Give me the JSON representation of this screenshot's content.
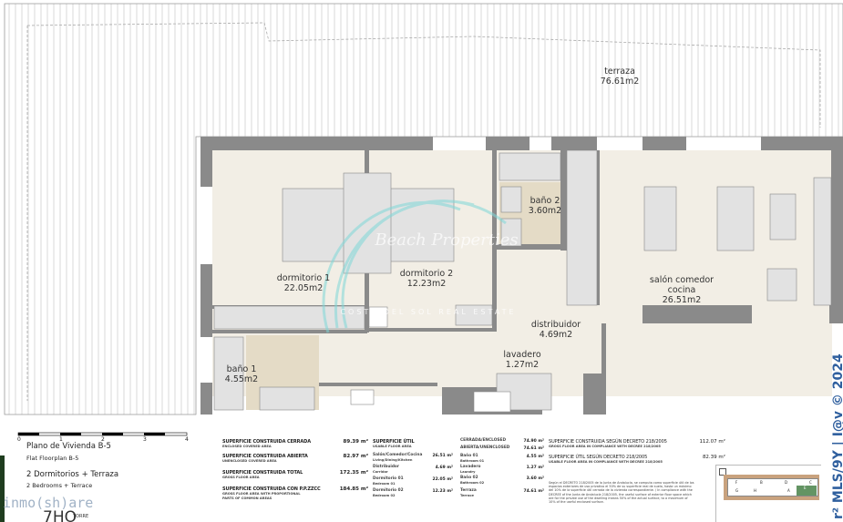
{
  "plan": {
    "rooms": [
      {
        "name": "terraza",
        "area": "76.61m2"
      },
      {
        "name": "dormitorio 1",
        "area": "22.05m2"
      },
      {
        "name": "dormitorio 2",
        "area": "12.23m2"
      },
      {
        "name": "baño 2",
        "area": "3.60m2"
      },
      {
        "name": "salón comedor",
        "name2": "cocina",
        "area": "26.51m2"
      },
      {
        "name": "distribuidor",
        "area": "4.69m2"
      },
      {
        "name": "lavadero",
        "area": "1.27m2"
      },
      {
        "name": "baño 1",
        "area": "4.55m2"
      }
    ],
    "watermark_center": "Beach Properties",
    "watermark_center_sub": "COSTA DEL SOL REAL ESTATE"
  },
  "scale": {
    "ticks": [
      "0",
      "1",
      "2",
      "3",
      "4"
    ]
  },
  "title": {
    "es": "Plano de Vivienda B-5",
    "en": "Flat Floorplan B-5",
    "type_es": "2 Dormitorios + Terraza",
    "type_en": "2 Bedrooms + Terrace"
  },
  "built_areas": [
    {
      "label": "SUPERFICIE CONSTRUIDA CERRADA",
      "sub": "ENCLOSED COVERED AREA",
      "value": "89.39 m²"
    },
    {
      "label": "SUPERFICIE CONSTRUIDA ABIERTA",
      "sub": "UNENCLOSED COVERED AREA",
      "value": "82.97 m²"
    },
    {
      "label": "SUPERFICIE CONSTRUIDA TOTAL",
      "sub": "GROSS FLOOR AREA",
      "value": "172.35 m²"
    },
    {
      "label": "SUPERFICIE CONSTRUIDA CON P.P.ZZCC",
      "sub": "GROSS FLOOR AREA WITH PROPORTIONAL PARTS OF COMMON AREAS",
      "value": "184.85 m²"
    }
  ],
  "usable": {
    "title": "SUPERFICIE ÚTIL",
    "sub": "USABLE FLOOR AREA",
    "rows": [
      {
        "label": "Salón/Comedor/Cocina",
        "sub": "Living/Dining/Kitchen",
        "value": "26.51 m²"
      },
      {
        "label": "Distribuidor",
        "sub": "Corridor",
        "value": "4.69 m²"
      },
      {
        "label": "Dormitorio 01",
        "sub": "Bedroom 01",
        "value": "22.05 m²"
      },
      {
        "label": "Dormitorio 02",
        "sub": "Bedroom 02",
        "value": "12.23 m²"
      }
    ]
  },
  "usable2": [
    {
      "label": "CERRADA/ENCLOSED",
      "sub": "",
      "value": "74.90 m²"
    },
    {
      "label": "ABIERTA/UNENCLOSED",
      "sub": "",
      "value": "74.61 m²"
    },
    {
      "label": "Baño 01",
      "sub": "Bathroom 01",
      "value": "4.55 m²"
    },
    {
      "label": "Lavadero",
      "sub": "Laundry",
      "value": "1.27 m²"
    },
    {
      "label": "Baño 02",
      "sub": "Bathroom 02",
      "value": "3.60 m²"
    },
    {
      "label": "Terraza",
      "sub": "Terrace",
      "value": "74.61 m²"
    }
  ],
  "decree": [
    {
      "label": "SUPERFICIE CONSTRUIDA SEGÚN DECRETO 218/2005",
      "sub": "GROSS FLOOR AREA IN COMPLIANCE WITH DECREE 218/2005",
      "value": "112.07 m²"
    },
    {
      "label": "SUPERFICIE ÚTIL SEGÚN DECRETO 218/2005",
      "sub": "USABLE FLOOR AREA IN COMPLIANCE WITH DECREE 218/2005",
      "value": "82.39 m²"
    }
  ],
  "decree_note": "Según el DECRETO 218/2005 de la Junta de Andalucía, se computa como superficie útil de los espacios exteriores de uso privativo el 50% de su superficie real de suelo, hasta un máximo del 10% de la superficie útil cerrada de la vivienda correspondiente. / In compliance with the DECREE of the Junta de Andalucía 218/2005, the useful surface of exterior floor space which are for the private use of the dwelling means 50% of the actual surface, to a maximum of 10% of the useful enclosed surface.",
  "key_plan": {
    "units": [
      "F",
      "B",
      "D",
      "C",
      "G",
      "H",
      "A",
      "E"
    ]
  },
  "watermark_logo": "inmo(sh)are",
  "brand_partial": "7HO",
  "brand_partial_sub": "TORRE",
  "side_watermark": "r² MLS/9Y | I@v © 2024",
  "colors": {
    "floor": "#f2eee5",
    "wet": "#e4dbc6",
    "wall": "#8a8a8a",
    "green": "#1f3d1f",
    "brick": "#c9a27e"
  }
}
